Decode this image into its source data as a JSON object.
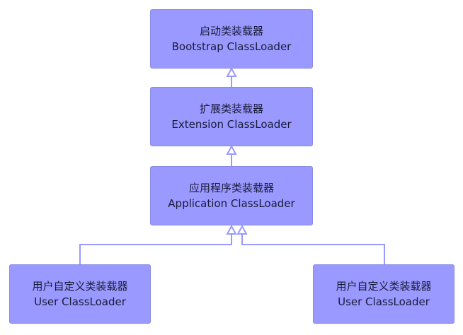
{
  "nodes": {
    "bootstrap": {
      "cn": "启动类装载器",
      "en": "Bootstrap ClassLoader"
    },
    "extension": {
      "cn": "扩展类装载器",
      "en": "Extension ClassLoader"
    },
    "application": {
      "cn": "应用程序类装载器",
      "en": "Application ClassLoader"
    },
    "user_left": {
      "cn": "用户自定义类装载器",
      "en": "User ClassLoader"
    },
    "user_right": {
      "cn": "用户自定义类装载器",
      "en": "User ClassLoader"
    }
  },
  "colors": {
    "node_fill": "#9999ff",
    "connector": "#9999ff"
  }
}
